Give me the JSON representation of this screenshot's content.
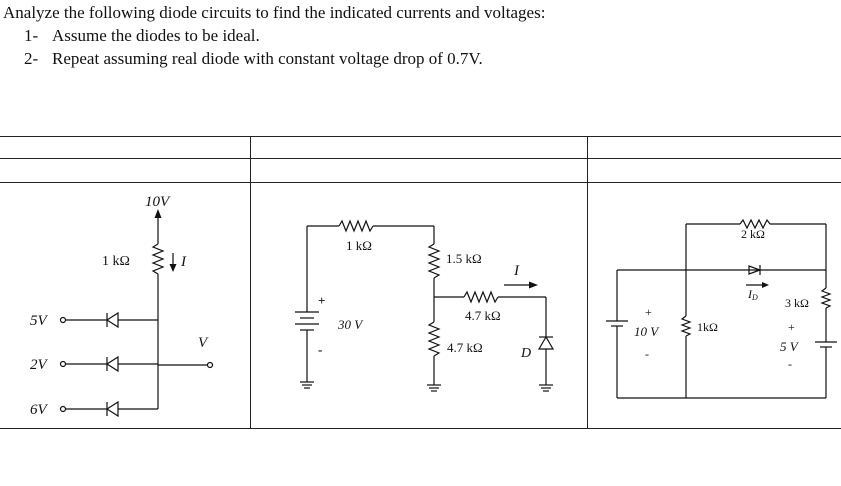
{
  "question": {
    "title": "Analyze the following diode circuits to find the indicated currents and voltages:",
    "items": [
      {
        "num": "1-",
        "text": "Assume the diodes to be ideal."
      },
      {
        "num": "2-",
        "text": "Repeat assuming real diode with constant voltage drop of 0.7V."
      }
    ]
  },
  "circuit1": {
    "supply": "10V",
    "resistor": "1 kΩ",
    "current": "I",
    "inputs": [
      "5V",
      "2V",
      "6V"
    ],
    "output": "V"
  },
  "circuit2": {
    "r1": "1 kΩ",
    "source": "30 V",
    "plus": "+",
    "minus": "-",
    "r2": "1.5 kΩ",
    "r3": "4.7 kΩ",
    "r4": "4.7 kΩ",
    "current": "I",
    "diode": "D"
  },
  "circuit3": {
    "r_top": "2 kΩ",
    "diode_current": "I",
    "diode_current_sub": "D",
    "r_right": "3 kΩ",
    "source_left": "10 V",
    "r_mid": "1kΩ",
    "source_right": "5 V",
    "plus": "+",
    "minus": "-"
  }
}
